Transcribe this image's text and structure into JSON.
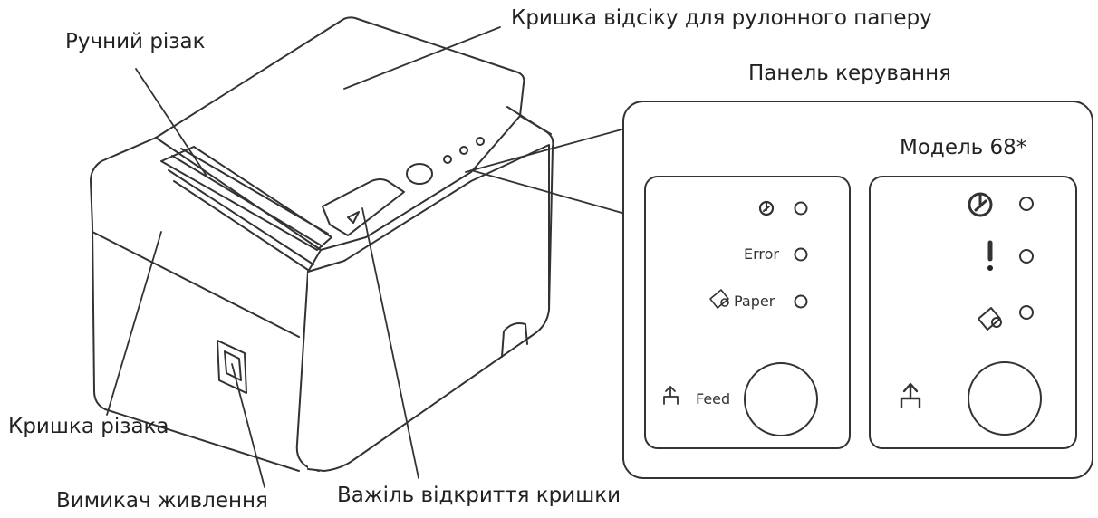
{
  "labels": {
    "roll_paper_cover": "Кришка відсіку для рулонного паперу",
    "manual_cutter": "Ручний різак",
    "control_panel": "Панель керування",
    "model": "Модель 68*",
    "cutter_cover": "Кришка різака",
    "power_switch": "Вимикач живлення",
    "cover_open_lever": "Важіль відкриття кришки"
  },
  "panel_left": {
    "error_label": "Error",
    "paper_label": "Paper",
    "feed_label": "Feed"
  },
  "icons": [
    "power-icon",
    "error-icon",
    "paper-icon",
    "feed-icon"
  ]
}
